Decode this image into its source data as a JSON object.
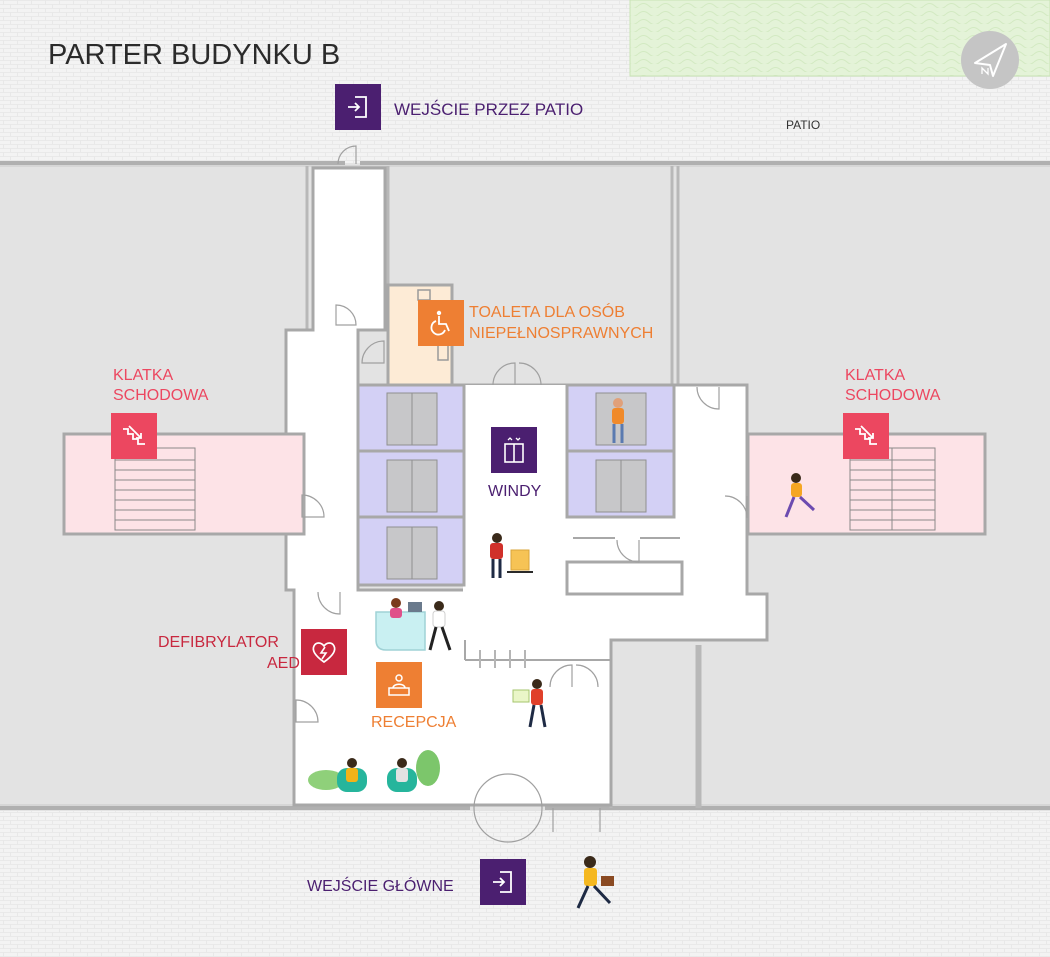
{
  "map": {
    "title": "PARTER BUDYNKU B",
    "patio_label": "PATIO",
    "labels": {
      "patio_entrance": "WEJŚCIE PRZEZ PATIO",
      "accessible_toilet_line1": "TOALETA DLA OSÓB",
      "accessible_toilet_line2": "NIEPEŁNOSPRAWNYCH",
      "stairs_line1": "KLATKA",
      "stairs_line2": "SCHODOWA",
      "elevators": "WINDY",
      "defibrillator_line1": "DEFIBRYLATOR",
      "defibrillator_line2": "AED",
      "reception": "RECEPCJA",
      "main_entrance": "WEJŚCIE GŁÓWNE"
    },
    "colors": {
      "purple": "#4b1f70",
      "orange": "#ee7f33",
      "stairs_pink": "#ec4760",
      "aed_red": "#c8283f",
      "elevator_fill": "#d3d0f5",
      "stairs_fill": "#fde3e7",
      "toilet_fill": "#fdebd6",
      "patio_green": "#e3f3d6"
    },
    "icons": [
      "compass-icon",
      "entrance-door-icon",
      "wheelchair-icon",
      "stairs-icon",
      "elevator-icon",
      "heart-defibrillator-icon",
      "reception-desk-icon"
    ]
  }
}
